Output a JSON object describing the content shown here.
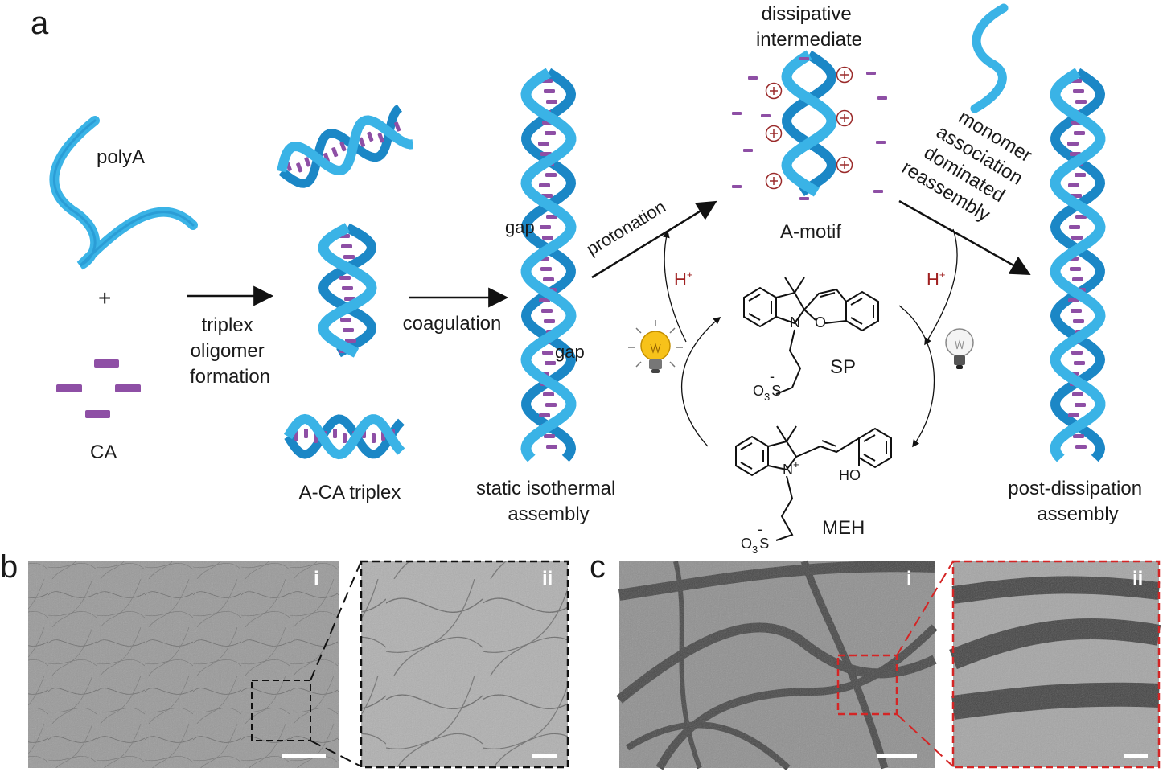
{
  "panels": {
    "a": "a",
    "b": "b",
    "c": "c"
  },
  "schematic": {
    "polyA": "polyA",
    "plus": "+",
    "CA": "CA",
    "step1": [
      "triplex",
      "oligomer",
      "formation"
    ],
    "triplex": "A-CA triplex",
    "step2": "coagulation",
    "gap": "gap",
    "static": [
      "static isothermal",
      "assembly"
    ],
    "protonation": "protonation",
    "intermediate": [
      "dissipative",
      "intermediate"
    ],
    "amotif": "A-motif",
    "reassembly": [
      "monomer",
      "association",
      "dominated",
      "reassembly"
    ],
    "post": [
      "post-dissipation",
      "assembly"
    ],
    "hplus": "H",
    "hplus_sup": "+",
    "sp": "SP",
    "meh": "MEH",
    "ho": "HO",
    "o": "O",
    "n": "N",
    "n_sup": "+",
    "o3s": "O",
    "o3s_sub": "3",
    "s": "S",
    "minus": "-"
  },
  "micrographs": {
    "b_i": "i",
    "b_ii": "ii",
    "c_i": "i",
    "c_ii": "ii"
  },
  "colors": {
    "helix": "#3ab3e6",
    "helix_dark": "#1b87c6",
    "base": "#8e4fa5",
    "charge": "#9a2a2a",
    "zoom_b": "#222222",
    "zoom_c": "#d42525"
  }
}
